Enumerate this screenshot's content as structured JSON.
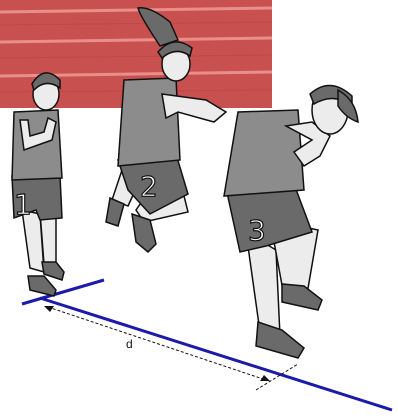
{
  "figure": {
    "phase_labels": [
      "1",
      "2",
      "3"
    ],
    "distance_label": "d",
    "colors": {
      "track_red": "#c8504f",
      "track_lines": "#e98f8a",
      "ground_line": "#1b1ba8",
      "shirt": "#8c8c8c",
      "shorts": "#6a6a6a",
      "skin": "#ececec",
      "outline": "#111111"
    }
  }
}
